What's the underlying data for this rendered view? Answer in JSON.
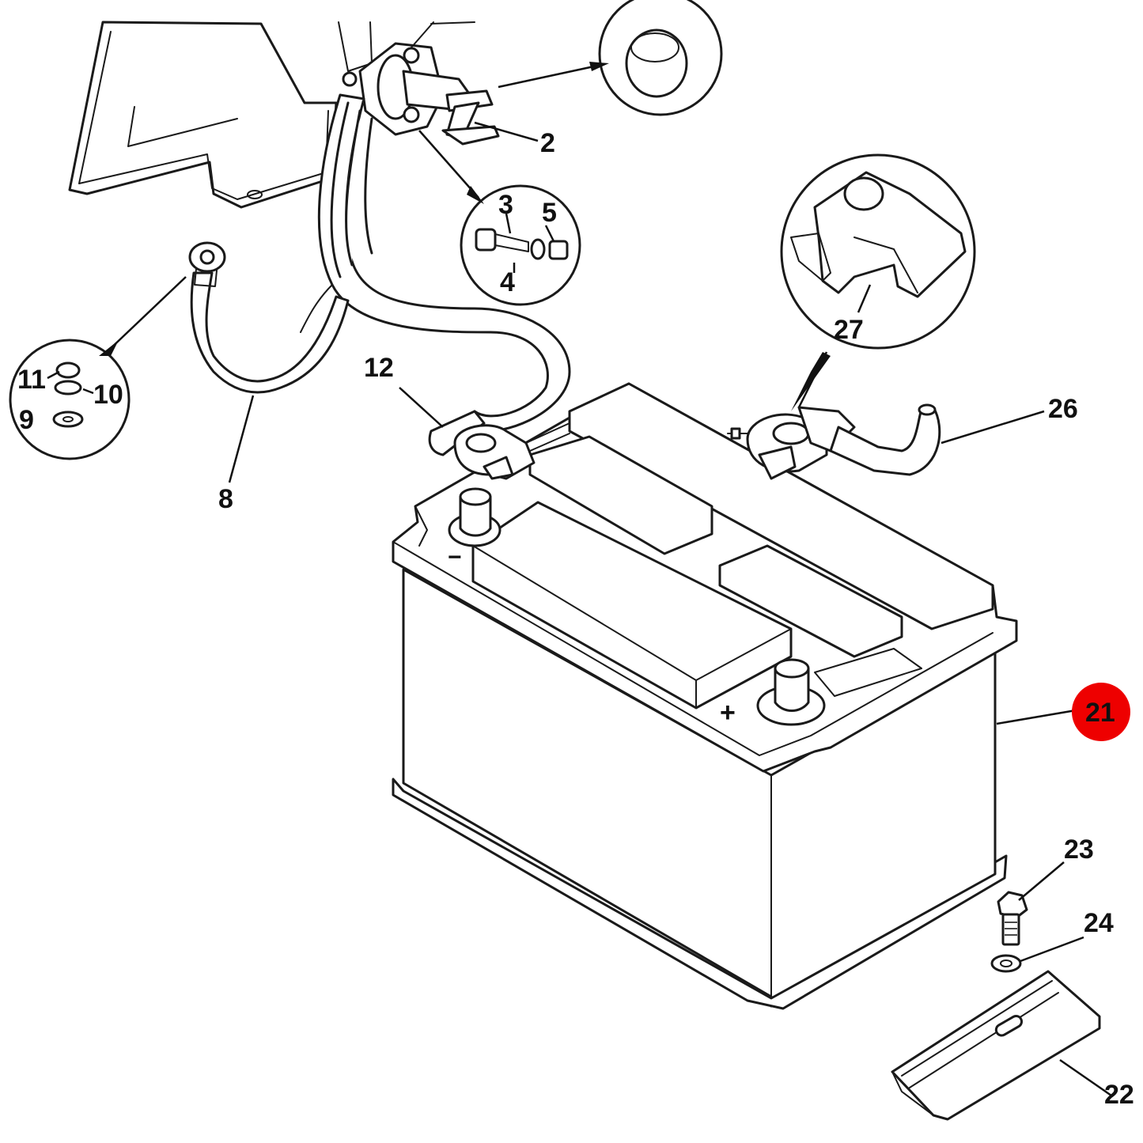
{
  "diagram": {
    "highlight_color": "#ee0000",
    "line_color": "#1a1a1a",
    "callouts": [
      {
        "id": "c2",
        "label": "2"
      },
      {
        "id": "c3",
        "label": "3"
      },
      {
        "id": "c4",
        "label": "4"
      },
      {
        "id": "c5",
        "label": "5"
      },
      {
        "id": "c8",
        "label": "8"
      },
      {
        "id": "c9",
        "label": "9"
      },
      {
        "id": "c10",
        "label": "10"
      },
      {
        "id": "c11",
        "label": "11"
      },
      {
        "id": "c12",
        "label": "12"
      },
      {
        "id": "c21",
        "label": "21",
        "highlighted": true
      },
      {
        "id": "c22",
        "label": "22"
      },
      {
        "id": "c23",
        "label": "23"
      },
      {
        "id": "c24",
        "label": "24"
      },
      {
        "id": "c26",
        "label": "26"
      },
      {
        "id": "c27",
        "label": "27"
      }
    ],
    "terminal_marks": {
      "negative": "−",
      "positive": "+"
    }
  }
}
